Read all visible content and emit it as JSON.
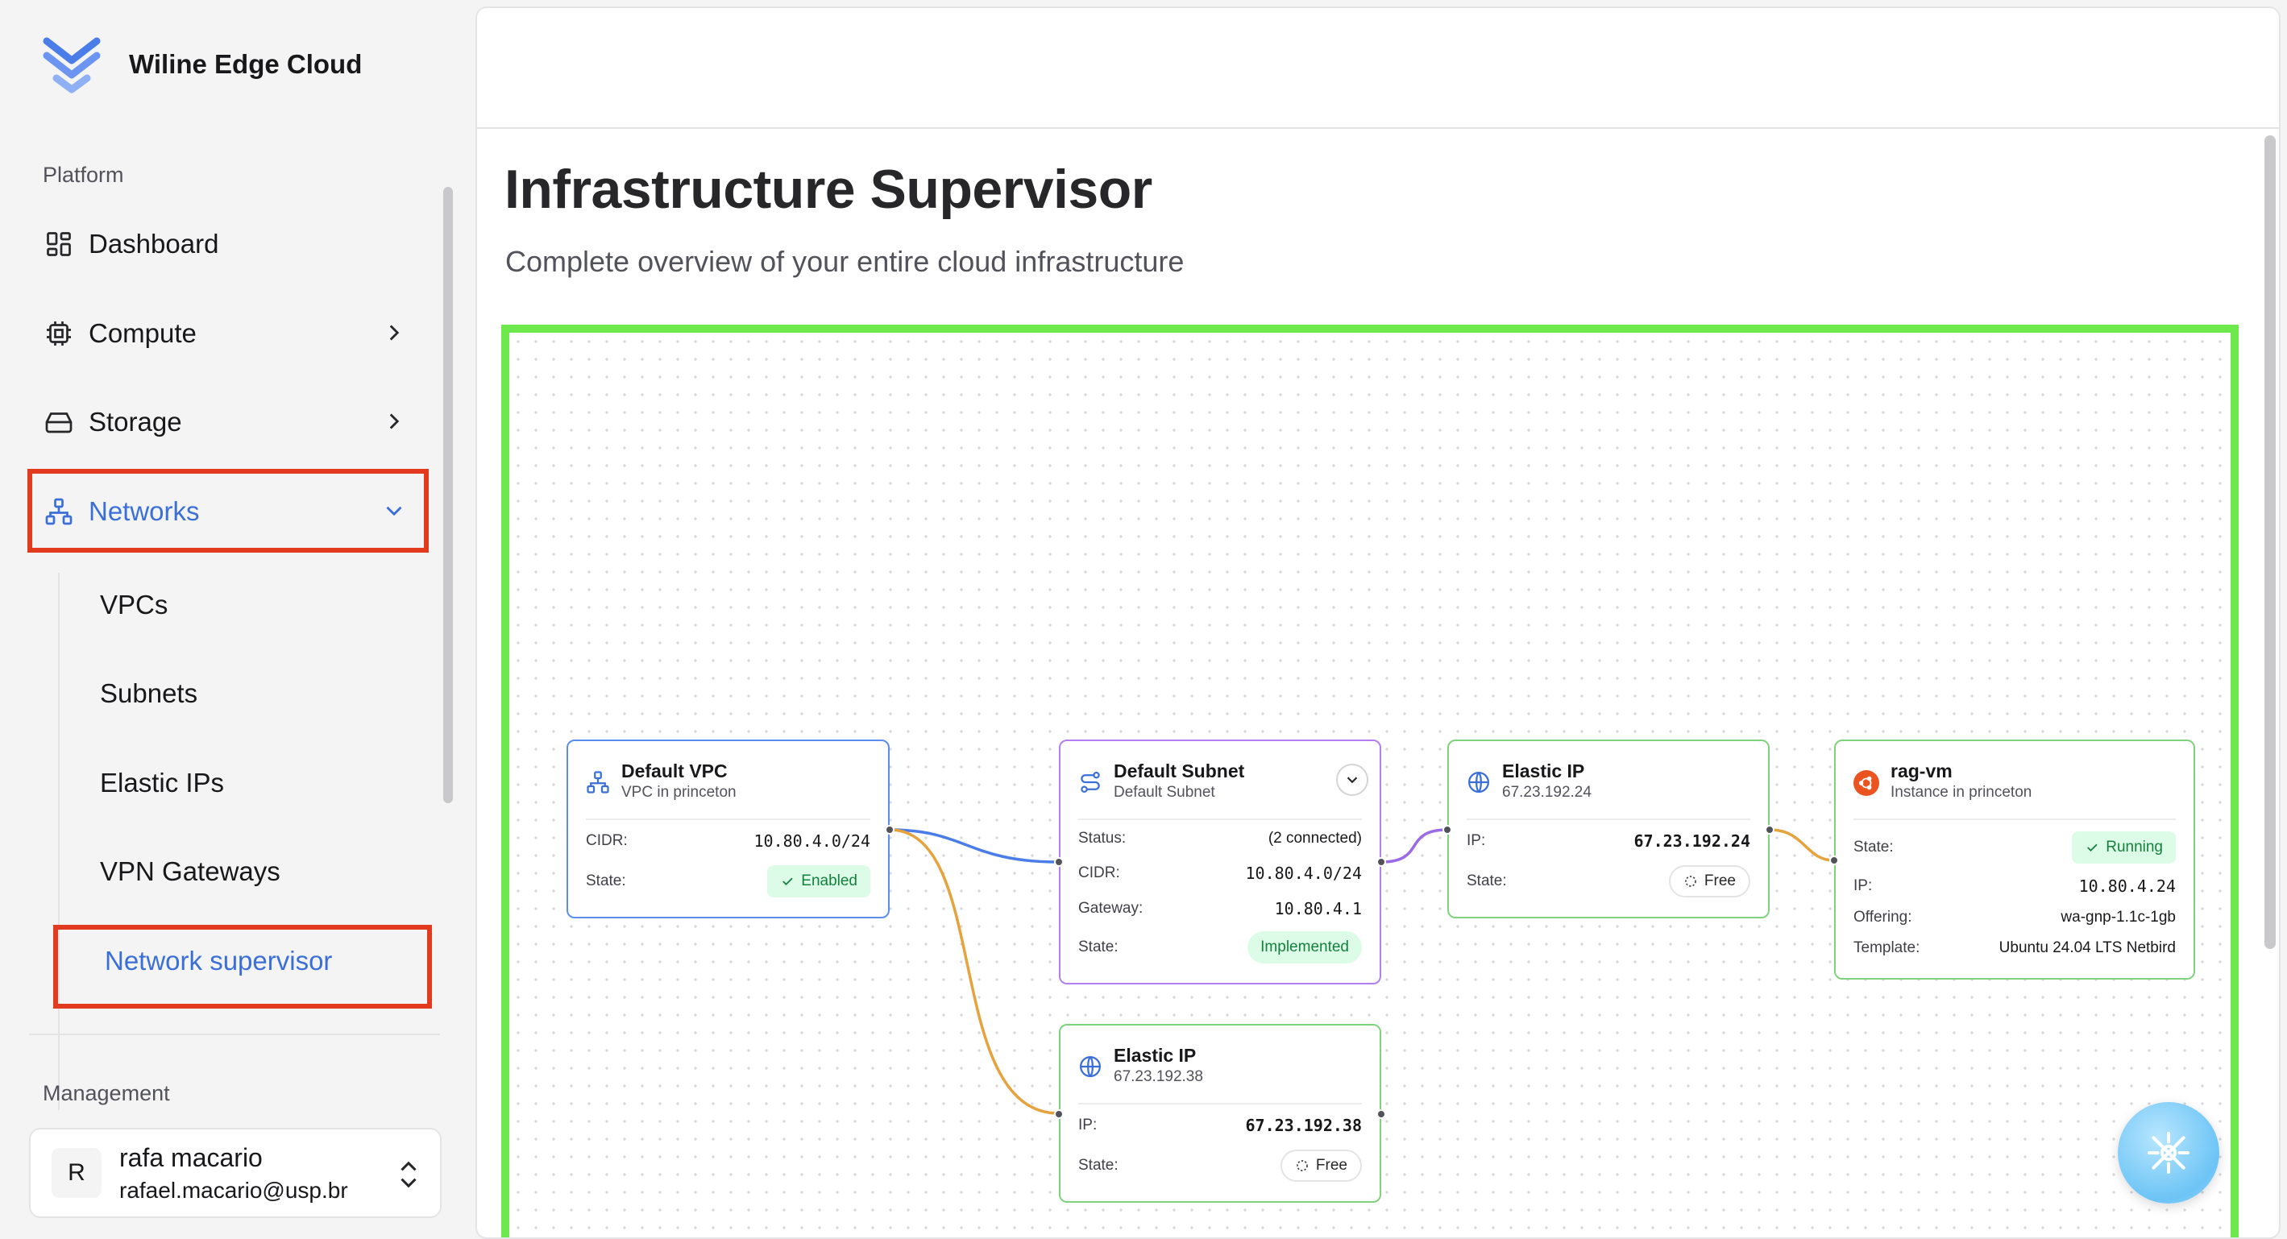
{
  "brand": {
    "name": "Wiline Edge Cloud",
    "accent": "#3b6fd8"
  },
  "sidebar": {
    "platform_label": "Platform",
    "items": [
      {
        "label": "Dashboard",
        "icon": "dashboard-icon"
      },
      {
        "label": "Compute",
        "icon": "cpu-icon"
      },
      {
        "label": "Storage",
        "icon": "hard-drive-icon"
      },
      {
        "label": "Networks",
        "icon": "network-icon",
        "expanded": true
      }
    ],
    "network_subitems": [
      "VPCs",
      "Subnets",
      "Elastic IPs",
      "VPN Gateways",
      "Network supervisor"
    ],
    "active_subitem": "Network supervisor",
    "management_label": "Management"
  },
  "user": {
    "initial": "R",
    "name": "rafa macario",
    "email": "rafael.macario@usp.br"
  },
  "page": {
    "title": "Infrastructure Supervisor",
    "subtitle": "Complete overview of your entire cloud infrastructure"
  },
  "nodes": {
    "vpc": {
      "title": "Default VPC",
      "subtitle": "VPC in princeton",
      "cidr_label": "CIDR:",
      "cidr": "10.80.4.0/24",
      "state_label": "State:",
      "state": "Enabled"
    },
    "subnet": {
      "title": "Default Subnet",
      "subtitle": "Default Subnet",
      "status_label": "Status:",
      "status": "(2 connected)",
      "cidr_label": "CIDR:",
      "cidr": "10.80.4.0/24",
      "gateway_label": "Gateway:",
      "gateway": "10.80.4.1",
      "state_label": "State:",
      "state": "Implemented"
    },
    "eip1": {
      "title": "Elastic IP",
      "subtitle": "67.23.192.24",
      "ip_label": "IP:",
      "ip": "67.23.192.24",
      "state_label": "State:",
      "state": "Free"
    },
    "eip2": {
      "title": "Elastic IP",
      "subtitle": "67.23.192.38",
      "ip_label": "IP:",
      "ip": "67.23.192.38",
      "state_label": "State:",
      "state": "Free"
    },
    "vm": {
      "title": "rag-vm",
      "subtitle": "Instance in princeton",
      "state_label": "State:",
      "state": "Running",
      "ip_label": "IP:",
      "ip": "10.80.4.24",
      "offering_label": "Offering:",
      "offering": "wa-gnp-1.1c-1gb",
      "template_label": "Template:",
      "template": "Ubuntu 24.04 LTS Netbird"
    }
  },
  "colors": {
    "edge_blue": "#4a7de8",
    "edge_orange": "#e6a23c",
    "edge_purple": "#9b6ae6",
    "highlight_red": "#e23a1e",
    "highlight_green": "#6de94d"
  }
}
